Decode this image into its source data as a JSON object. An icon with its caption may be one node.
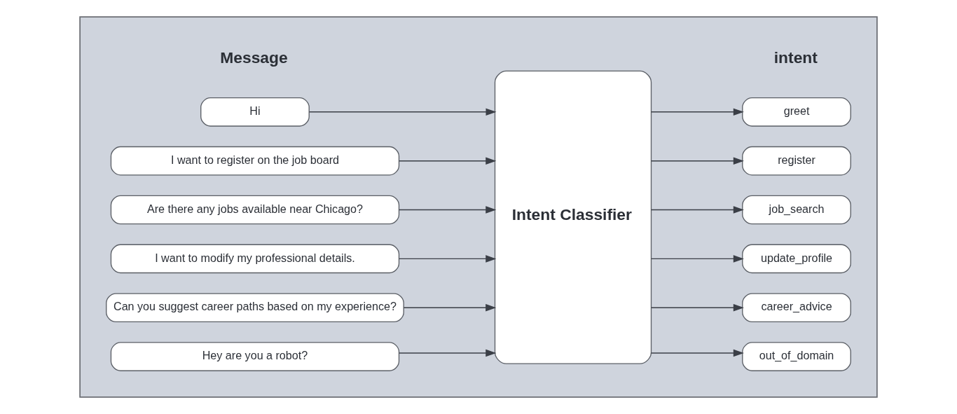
{
  "diagram": {
    "nodes": [
      {
        "text": [],
        "shape": "box"
      },
      {
        "text": [
          "Hi"
        ],
        "in": 0
      },
      {
        "text": [
          "I want to register on the job board"
        ],
        "in": 0
      },
      {
        "text": [
          "Are there any jobs available near Chicago?"
        ],
        "in": 0
      },
      {
        "text": [
          "I want to modify my professional details."
        ],
        "in": 0
      },
      {
        "text": [
          "Can you suggest career paths based on my experience?"
        ],
        "in": 0
      },
      {
        "text": [
          "Hey are you a robot?"
        ],
        "in": 0
      },
      {
        "text": [
          "Intent Classifier"
        ],
        "in": 0
      },
      {
        "text": [
          "greet"
        ],
        "in": 0
      },
      {
        "text": [
          "register"
        ],
        "in": 0
      },
      {
        "text": [
          "job_search"
        ],
        "in": 0
      },
      {
        "text": [
          "update_profile"
        ],
        "in": 0
      },
      {
        "text": [
          "career_advice"
        ],
        "in": 0
      },
      {
        "text": [
          "out_of_domain"
        ],
        "in": 0
      }
    ],
    "edges": [
      {
        "from": 1,
        "to": 7,
        "arrow": "to"
      },
      {
        "from": 2,
        "to": 7,
        "arrow": "to"
      },
      {
        "from": 3,
        "to": 7,
        "arrow": "to"
      },
      {
        "from": 4,
        "to": 7,
        "arrow": "to"
      },
      {
        "from": 5,
        "to": 7,
        "arrow": "to"
      },
      {
        "from": 6,
        "to": 7,
        "arrow": "to"
      },
      {
        "from": 7,
        "to": 8,
        "arrow": "to"
      },
      {
        "from": 7,
        "to": 9,
        "arrow": "to"
      },
      {
        "from": 7,
        "to": 10,
        "arrow": "to"
      },
      {
        "from": 7,
        "to": 11,
        "arrow": "to"
      },
      {
        "from": 7,
        "to": 12,
        "arrow": "to"
      },
      {
        "from": 7,
        "to": 13,
        "arrow": "to"
      }
    ],
    "labels": [
      "Message",
      "intent"
    ]
  }
}
